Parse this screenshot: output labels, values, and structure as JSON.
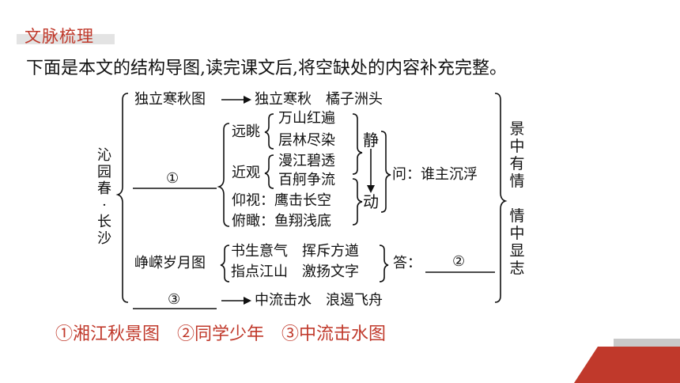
{
  "section_tag": "文脉梳理",
  "instruction": "下面是本文的结构导图,读完课文后,将空缺处的内容补充完整。",
  "diagram": {
    "left_title": "沁园春·长沙",
    "row1_left": "独立寒秋图",
    "row1_right": "独立寒秋　橘子洲头",
    "blank1": "①",
    "yuantiao": "远眺",
    "yuantiao_items": [
      "万山红遍",
      "层林尽染"
    ],
    "jinguan": "近观",
    "jinguan_items": [
      "漫江碧透",
      "百舸争流"
    ],
    "yangshi": "仰视：鹰击长空",
    "fukan": "俯瞰：鱼翔浅底",
    "jing": "静",
    "dong": "动",
    "question": "问：谁主沉浮",
    "row3_left": "峥嵘岁月图",
    "row3_items": [
      "书生意气　挥斥方遒",
      "指点江山　激扬文字"
    ],
    "answer_label": "答：",
    "blank2": "②",
    "blank3": "③",
    "row4_right": "中流击水　浪遏飞舟",
    "right_top": "景中有情",
    "right_bottom": "情中显志"
  },
  "answers": "①湘江秋景图　②同学少年　③中流击水图",
  "colors": {
    "accent": "#c0392b",
    "tag_bg": "#e3e3e3",
    "deco_gray": "#c9c9c9"
  }
}
